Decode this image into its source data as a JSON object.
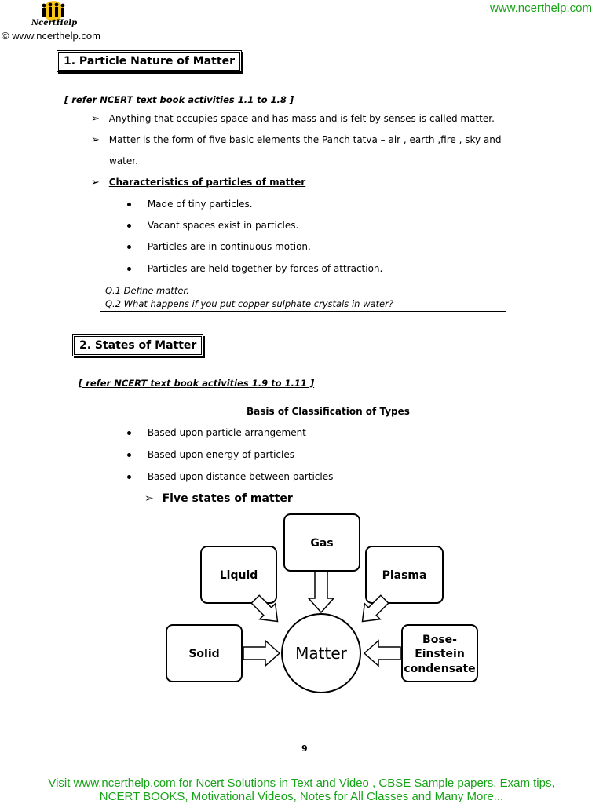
{
  "header": {
    "logo_text": "NcertHelp",
    "copyright_site": "© www.ncerthelp.com",
    "top_url": "www.ncerthelp.com"
  },
  "section1": {
    "title": "1. Particle Nature of Matter",
    "reference": "[ refer NCERT text book activities 1.1 to 1.8 ]",
    "points": [
      "Anything that occupies space and has mass and is felt by senses is called matter.",
      "Matter is the form of five basic elements the Panch tatva – air , earth ,fire , sky and",
      "water."
    ],
    "characteristics_heading": "Characteristics of particles of matter",
    "characteristics": [
      "Made of tiny particles.",
      "Vacant spaces exist in particles.",
      "Particles are in continuous motion.",
      "Particles are held together by forces of attraction."
    ],
    "questions": [
      "Q.1    Define matter.",
      "Q.2   What happens if you put copper sulphate crystals in water?"
    ]
  },
  "section2": {
    "title": "2.  States of Matter",
    "reference": "[ refer NCERT text book activities 1.9 to 1.11 ]",
    "basis_heading": "Basis of Classification of Types",
    "basis": [
      "Based upon particle arrangement",
      "Based upon energy of particles",
      "Based upon distance between particles"
    ],
    "five_states_heading": "Five states of matter"
  },
  "diagram": {
    "center": "Matter",
    "states": {
      "gas": "Gas",
      "liquid": "Liquid",
      "plasma": "Plasma",
      "solid": "Solid",
      "bec_line1": "Bose-",
      "bec_line2": "Einstein",
      "bec_line3": "condensate"
    }
  },
  "page_number": "9",
  "footer": {
    "line1": "Visit www.ncerthelp.com for Ncert Solutions in Text and Video , CBSE Sample papers, Exam tips,",
    "line2": "NCERT BOOKS, Motivational Videos, Notes for All Classes and Many More..."
  },
  "colors": {
    "footer_green": "#17a317",
    "text": "#000000"
  }
}
